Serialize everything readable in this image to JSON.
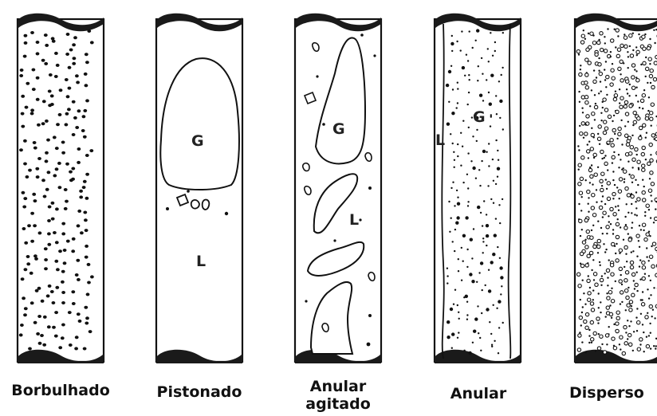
{
  "colors": {
    "ink": "#111111",
    "fill": "#ffffff",
    "cap": "#1a1a1a"
  },
  "regimes": [
    {
      "name": "Borbulhado",
      "labels": []
    },
    {
      "name": "Pistonado",
      "labels": [
        "G",
        "L"
      ]
    },
    {
      "name_line1": "Anular",
      "name_line2": "agitado",
      "labels": [
        "G",
        "L"
      ]
    },
    {
      "name": "Anular",
      "labels": [
        "G",
        "L"
      ]
    },
    {
      "name": "Disperso",
      "labels": []
    }
  ]
}
